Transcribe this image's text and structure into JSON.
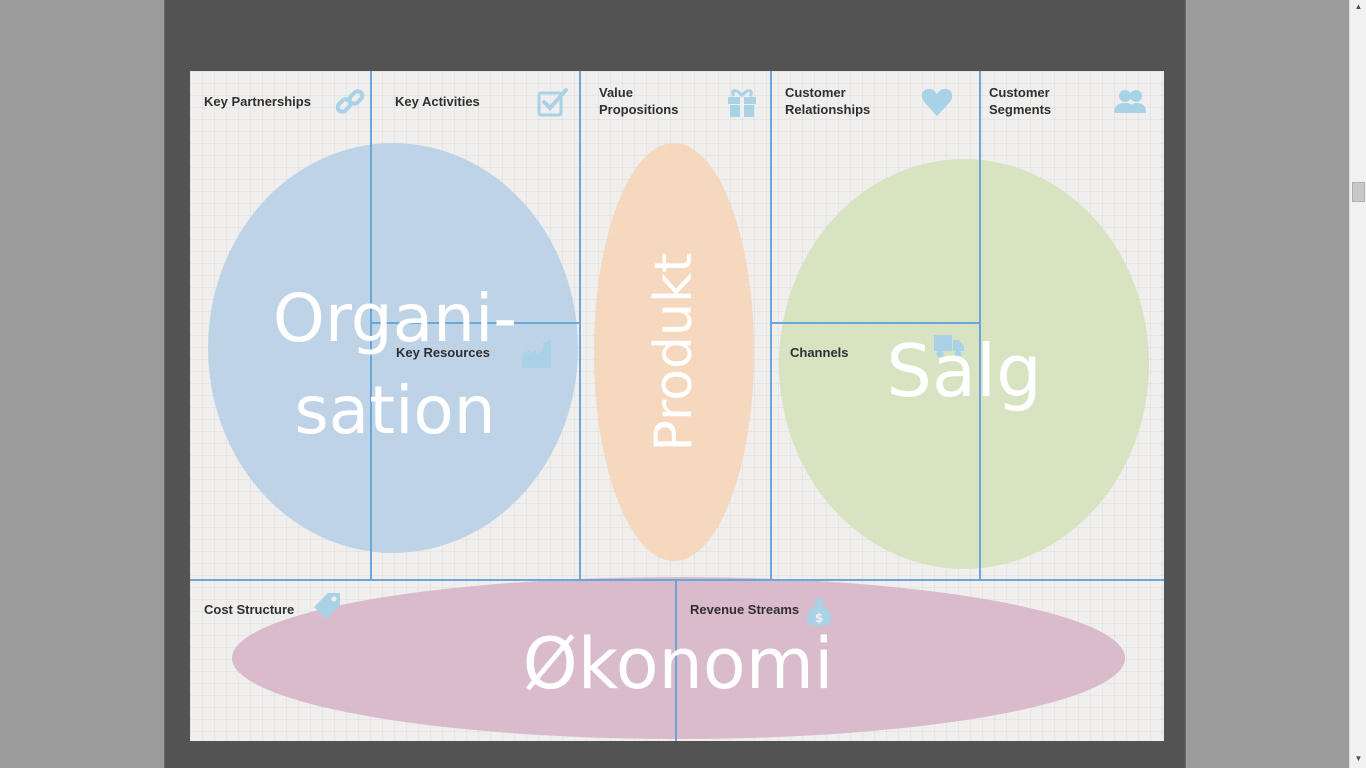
{
  "canvas": {
    "cells": {
      "key_partnerships": "Key Partnerships",
      "key_activities": "Key Activities",
      "key_resources": "Key Resources",
      "value_propositions": "Value\nPropositions",
      "customer_relationships": "Customer\nRelationships",
      "channels": "Channels",
      "customer_segments": "Customer\nSegments",
      "cost_structure": "Cost Structure",
      "revenue_streams": "Revenue Streams"
    },
    "overlays": {
      "organisation": "Organi-\nsation",
      "produkt": "Produkt",
      "salg": "Salg",
      "okonomi": "Økonomi"
    },
    "icons": {
      "key_partnerships": "link-icon",
      "key_activities": "checkbox-icon",
      "key_resources": "factory-icon",
      "value_propositions": "gift-icon",
      "customer_relationships": "heart-icon",
      "channels": "truck-icon",
      "customer_segments": "people-icon",
      "cost_structure": "price-tag-icon",
      "revenue_streams": "money-bag-icon"
    },
    "colors": {
      "grid_line": "#6aa6d8",
      "icon": "#a9d2e6",
      "organisation": "#b3cde4",
      "produkt": "#f6d3b5",
      "salg": "#d2e1b7",
      "okonomi": "#d5b1c5"
    }
  },
  "scrollbar": {
    "up_arrow": "▲",
    "down_arrow": "▼"
  }
}
